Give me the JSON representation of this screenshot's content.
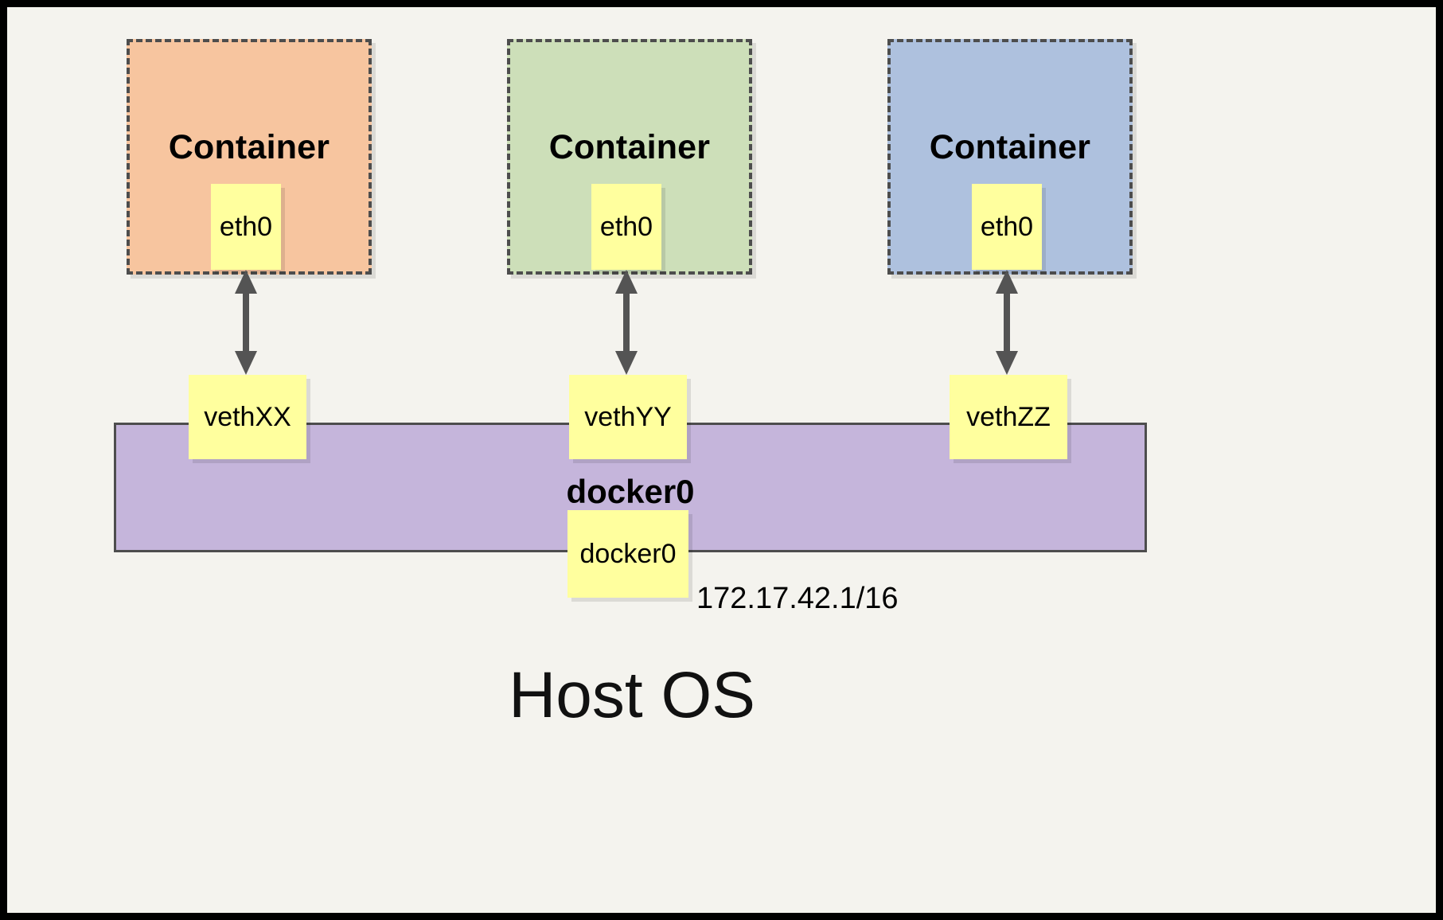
{
  "diagram": {
    "title_text": "Host OS",
    "colors": {
      "background": "#f4f3ee",
      "frame": "#000000",
      "container_orange": "#f7c59f",
      "container_green": "#cddfb9",
      "container_blue": "#aec1de",
      "container_border": "#4d4d4d",
      "node_yellow": "#ffff9e",
      "bridge_purple": "#c5b5db",
      "bridge_border": "#4d4d4d",
      "arrow": "#545454",
      "text": "#000000"
    },
    "containers": [
      {
        "label": "Container",
        "interface": "eth0"
      },
      {
        "label": "Container",
        "interface": "eth0"
      },
      {
        "label": "Container",
        "interface": "eth0"
      }
    ],
    "veths": [
      {
        "label": "vethXX"
      },
      {
        "label": "vethYY"
      },
      {
        "label": "vethZZ"
      }
    ],
    "bridge": {
      "label": "docker0",
      "interface_label": "docker0",
      "ip_address": "172.17.42.1/16"
    }
  }
}
